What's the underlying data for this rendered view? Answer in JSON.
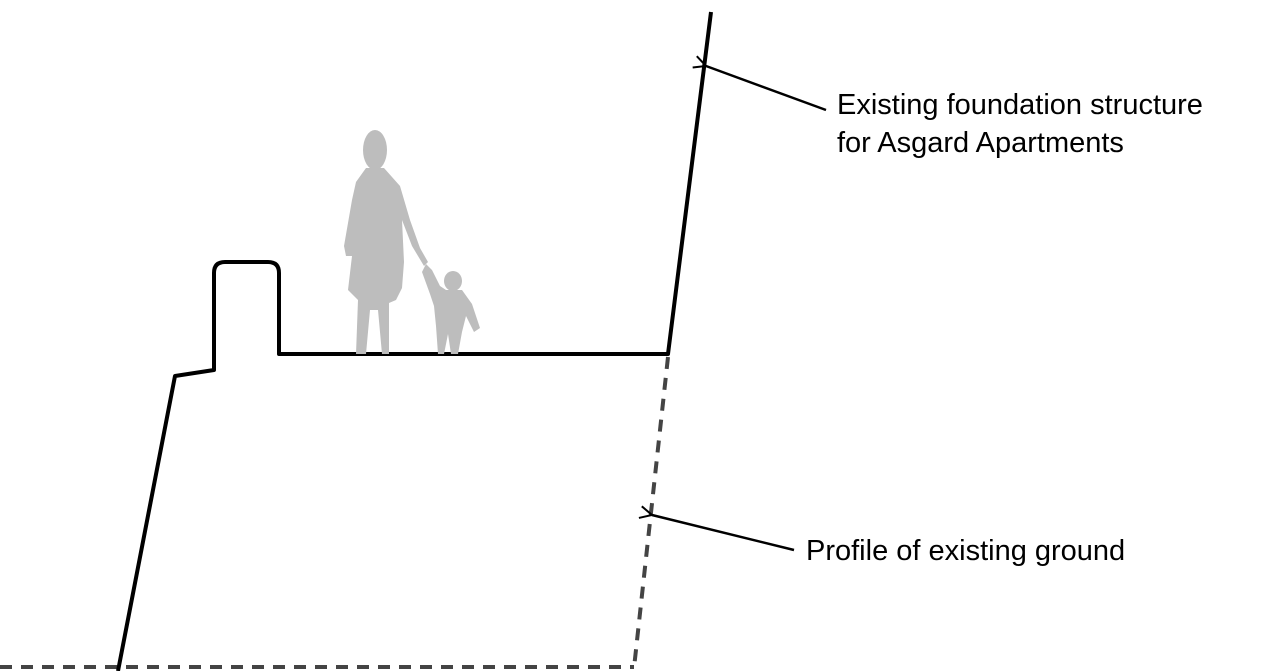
{
  "annotations": {
    "foundation": {
      "line1": "Existing foundation structure",
      "line2": "for Asgard Apartments"
    },
    "ground": {
      "text": "Profile of existing ground"
    }
  },
  "colors": {
    "structure_line": "#000000",
    "ground_profile_line": "#444444",
    "figures": "#bdbdbd",
    "text": "#000000"
  },
  "figures": [
    "adult-silhouette",
    "child-silhouette"
  ]
}
